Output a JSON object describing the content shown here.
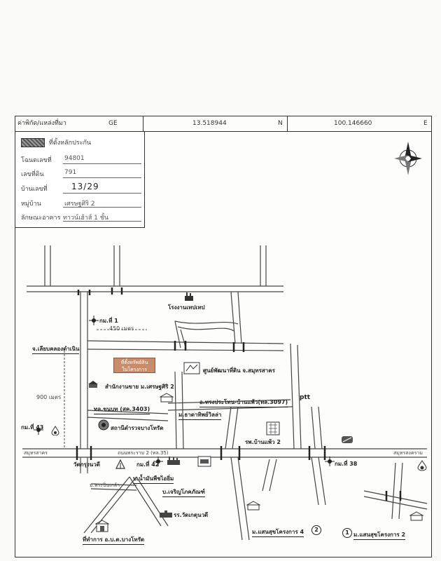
{
  "coords": {
    "label": "ค่าพิกัด/แหล่งที่มา",
    "source": "GE",
    "lat": "13.518944",
    "lat_dir": "N",
    "lon": "100.146660",
    "lon_dir": "E"
  },
  "info": {
    "legend": "ที่ตั้งหลักประกัน",
    "rows": [
      {
        "label": "โฉนดเลขที่",
        "value": "94801"
      },
      {
        "label": "เลขที่ดิน",
        "value": "791"
      },
      {
        "label": "บ้านเลขที่",
        "value": "13/29"
      },
      {
        "label": "หมู่บ้าน",
        "value": "เศรษฐศิริ 2"
      },
      {
        "label": "ลักษณะอาคาร",
        "value": "ทาวน์เฮ้าส์ 1 ชั้น"
      }
    ]
  },
  "map": {
    "target_label_1": "ที่ตั้งทรัพย์สิน",
    "target_label_2": "ในโครงการ",
    "labels": {
      "factory": "โรงงานเทปเทป",
      "km1": "กม.ที่ 1",
      "dist450": "450 เมตร",
      "dist900": "900 เมตร",
      "canal_road": "จ.เลียบคลองดำเนิน",
      "center": "ศูนย์พัฒนาที่ดิน จ.สมุทรสาคร",
      "office": "สำนักงานขาย ม.เศรษฐศิริ 2",
      "road_rd": "อ.ทรงประโทน-บ้านแพ้ว(ทล.3097)",
      "ptt": "ptt",
      "road_3403": "ทล.ขนบท (สค.3403)",
      "village_tawee": "ม.ธาดาทิพย์วิลล่า",
      "police": "สถานีตำรวจบางโทรัด",
      "km43": "กม.ที่ 43",
      "hosp": "รพ.บ้านแพ้ว 2",
      "road_main": "ถนนพระราม 2 (ทล.35)",
      "samut": "สมุทรสาคร",
      "samut_song": "สมุทรสงคราม",
      "wat": "วัดกรุงนวดี",
      "km42": "กม.ที่ 42",
      "oil": "บ.น้ำมันพืชไอยิ่ม",
      "km38": "กม.ที่ 38",
      "chalern": "บ.เจริญโภคภัณฑ์",
      "school": "รร.วัดเกตุนวดี",
      "small_road": "ม.พระปิ่นเกล้า",
      "district": "ที่ทำการ อ.บ.ต.บางโทรัด",
      "v4": "ม.แสนสุขโครงการ 4",
      "v4_num": "2",
      "v2": "ม.แสนสุขโครงการ 2",
      "v2_num": "1"
    }
  }
}
